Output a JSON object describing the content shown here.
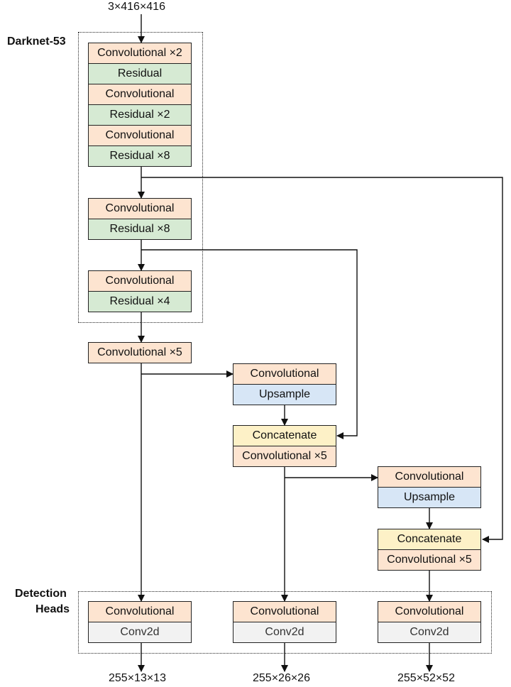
{
  "input_label": "3×416×416",
  "backbone": {
    "title": "Darknet-53",
    "stage1": [
      "Convolutional ×2",
      "Residual",
      "Convolutional",
      "Residual ×2",
      "Convolutional",
      "Residual ×8"
    ],
    "stage2": [
      "Convolutional",
      "Residual ×8"
    ],
    "stage3": [
      "Convolutional",
      "Residual ×4"
    ]
  },
  "neck": {
    "conv5_main": "Convolutional ×5",
    "branch1": [
      "Convolutional",
      "Upsample"
    ],
    "merge1": [
      "Concatenate",
      "Convolutional ×5"
    ],
    "branch2": [
      "Convolutional",
      "Upsample"
    ],
    "merge2": [
      "Concatenate",
      "Convolutional ×5"
    ]
  },
  "heads": {
    "title_line1": "Detection",
    "title_line2": "Heads",
    "items": [
      {
        "conv": "Convolutional",
        "final": "Conv2d",
        "output": "255×13×13"
      },
      {
        "conv": "Convolutional",
        "final": "Conv2d",
        "output": "255×26×26"
      },
      {
        "conv": "Convolutional",
        "final": "Conv2d",
        "output": "255×52×52"
      }
    ]
  }
}
